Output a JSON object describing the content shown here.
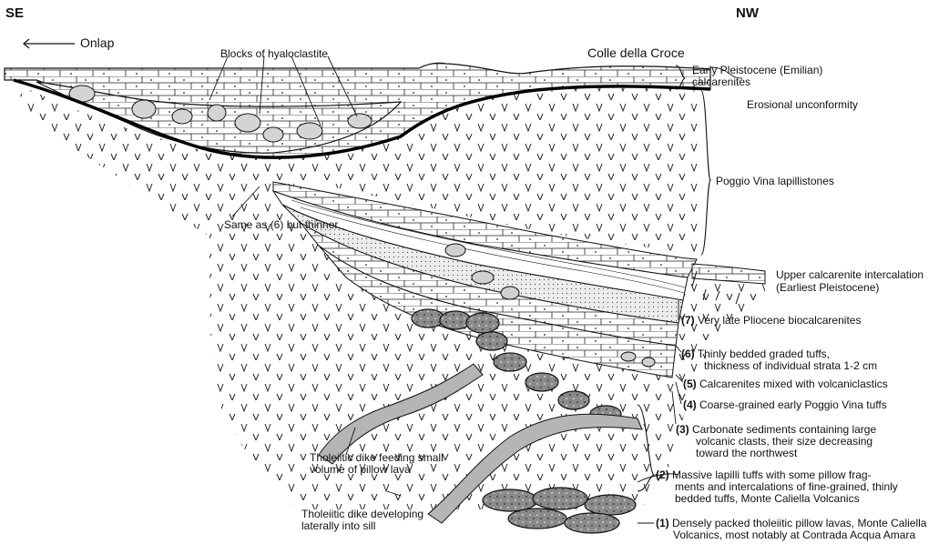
{
  "orientation": {
    "left": "SE",
    "right": "NW"
  },
  "onlap": "Onlap",
  "locality": "Colle della Croce",
  "labels": {
    "hyaloclastite": "Blocks of hyaloclastite",
    "emilian_1": "Early Pleistocene (Emilian)",
    "emilian_2": "calcarenites",
    "unconformity": "Erosional unconformity",
    "poggio_vina": "Poggio Vina lapillistones",
    "same_as_6": "Same as (6) but thinner",
    "upper_calc_1": "Upper calcarenite intercalation",
    "upper_calc_2": "(Earliest Pleistocene)",
    "dike_small_1": "Tholeiitic dike feeding small",
    "dike_small_2": "volume of pillow lava",
    "dike_sill_1": "Tholeiitic dike developing",
    "dike_sill_2": "laterally into sill"
  },
  "units": [
    {
      "num": "(7)",
      "lines": [
        "Very late Pliocene biocalcarenites"
      ]
    },
    {
      "num": "(6)",
      "lines": [
        "Thinly bedded graded tuffs,",
        "thickness of individual strata 1-2 cm"
      ]
    },
    {
      "num": "(5)",
      "lines": [
        "Calcarenites mixed with volcaniclastics"
      ]
    },
    {
      "num": "(4)",
      "lines": [
        "Coarse-grained early Poggio Vina tuffs"
      ]
    },
    {
      "num": "(3)",
      "lines": [
        "Carbonate sediments containing large",
        "volcanic clasts, their size decreasing",
        "toward the northwest"
      ]
    },
    {
      "num": "(2)",
      "lines": [
        "Massive lapilli tuffs with some pillow frag-",
        "ments and intercalations of fine-grained, thinly",
        "bedded tuffs, Monte Caliella Volcanics"
      ]
    },
    {
      "num": "(1)",
      "lines": [
        "Densely packed tholeiitic pillow lavas, Monte Caliella",
        "Volcanics, most notably at Contrada Acqua Amara"
      ]
    }
  ],
  "colors": {
    "ink": "#111111",
    "pillow_fill": "#8a8a8a",
    "dike_fill": "#b5b5b5",
    "dot_fill": "#ececec"
  }
}
